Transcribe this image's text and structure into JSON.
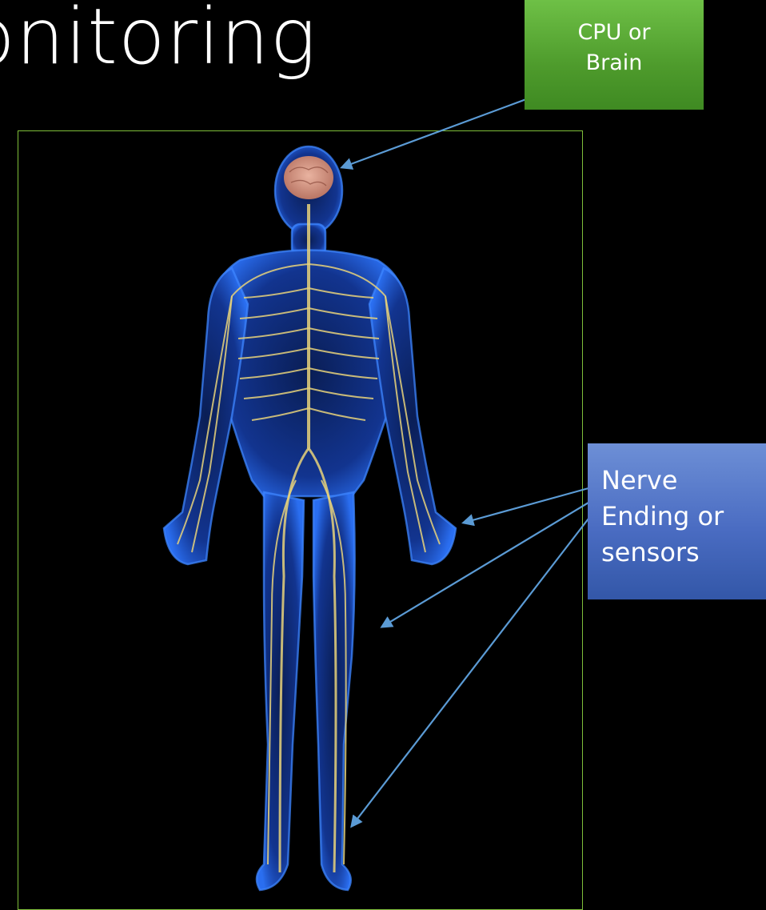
{
  "title": "onitoring",
  "callouts": {
    "brain": {
      "lines": [
        "CPU or",
        "Brain"
      ],
      "color": "#5aab35"
    },
    "nerve": {
      "lines": [
        "Nerve",
        "Ending or",
        "sensors"
      ],
      "color": "#4a6cc2"
    }
  },
  "colors": {
    "background": "#000000",
    "frame": "#7fbf3a",
    "arrow": "#5b9bd5",
    "body": "#1a4fd0",
    "nerves": "#e8d27a",
    "brain": "#d99a86"
  },
  "icons": [
    "human-nervous-system-illustration",
    "arrow-pointer"
  ]
}
